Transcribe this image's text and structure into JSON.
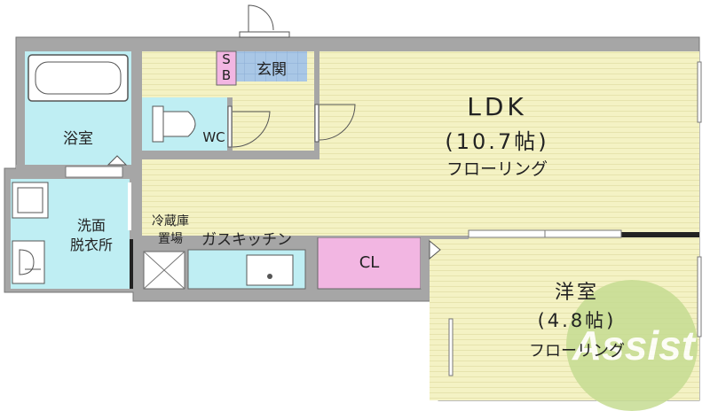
{
  "rooms": {
    "bath": {
      "name": "浴室",
      "color": "#bfeef3"
    },
    "wc": {
      "name": "WC",
      "color": "#bfeef3"
    },
    "entrance": {
      "name": "玄関",
      "color": "#a9c7e6"
    },
    "shoe_box": {
      "line1": "S",
      "line2": "B",
      "color": "#f2b6e2"
    },
    "ldk": {
      "name": "LDK",
      "size": "(10.7帖)",
      "floor": "フローリング",
      "color": "#f4f2c4"
    },
    "washroom": {
      "line1": "洗面",
      "line2": "脱衣所",
      "color": "#bfeef3"
    },
    "fridge": {
      "line1": "冷蔵庫",
      "line2": "置場"
    },
    "kitchen": {
      "name": "ガスキッチン",
      "color": "#bfeef3"
    },
    "closet": {
      "name": "CL",
      "color": "#f2b6e2"
    },
    "western": {
      "name": "洋室",
      "size": "(4.8帖)",
      "floor": "フローリング",
      "color": "#f4f2c4"
    }
  },
  "colors": {
    "wall": "#a6a6a6",
    "outline": "#666666",
    "watermark": "#c6dc92"
  },
  "watermark": {
    "text": "Assist"
  }
}
